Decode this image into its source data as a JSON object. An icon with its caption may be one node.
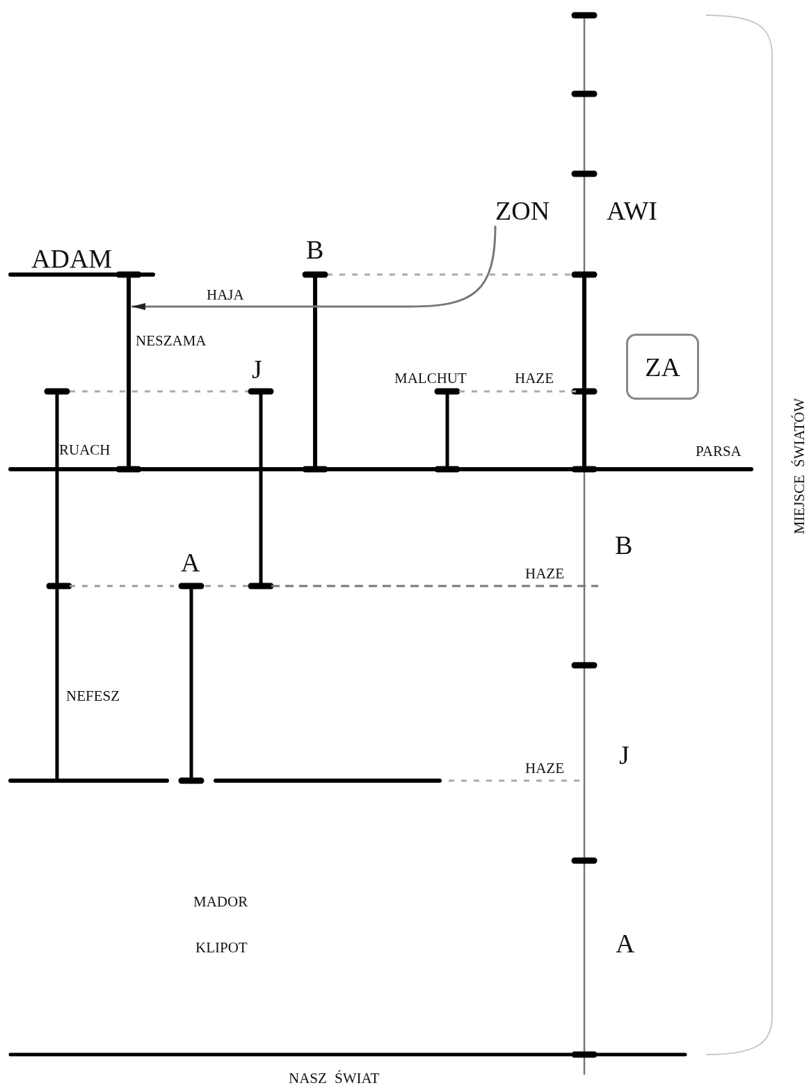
{
  "diagram": {
    "nodes": [
      {
        "text": [
          "ZON"
        ]
      },
      {
        "text": [],
        "shape": "bar"
      },
      {
        "text": [
          "ZA"
        ]
      }
    ],
    "edges": [
      {
        "from": 0,
        "to": 1,
        "arrow": "to",
        "label": "HAJA"
      }
    ],
    "labels": [
      "AWI",
      "ADAM",
      "B",
      "NESZAMA",
      "J",
      "MALCHUT",
      "HAZE",
      "MIEJSCE ŚWIATÓW",
      "RUACH",
      "PARSA",
      "B",
      "A",
      "HAZE",
      "NEFESZ",
      "J",
      "HAZE",
      "MADOR",
      "KLIPOT",
      "A",
      "NASZ ŚWIAT"
    ]
  }
}
